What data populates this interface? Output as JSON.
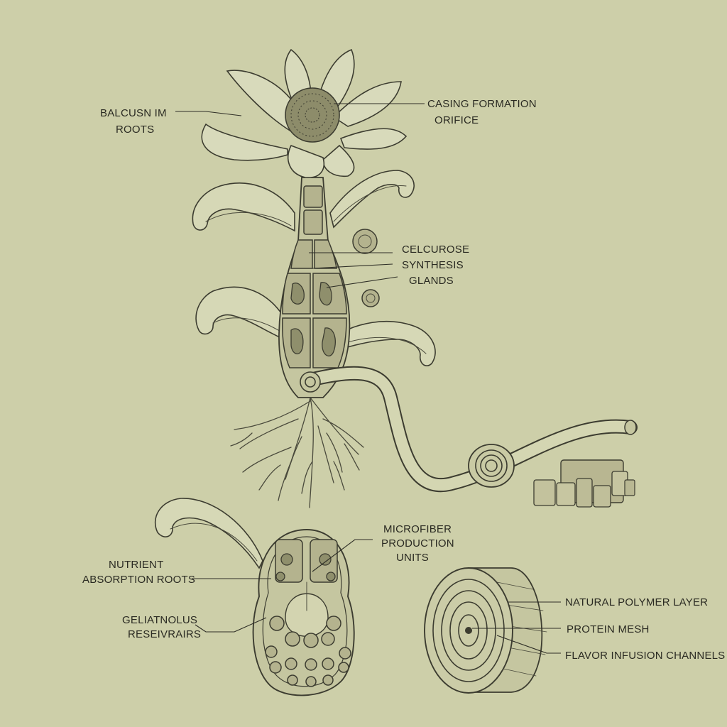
{
  "labels": {
    "balcusn_roots": [
      "BALCUSN IM",
      "ROOTS"
    ],
    "casing_orifice": [
      "CASING FORMATION",
      "ORIFICE"
    ],
    "celcurose": [
      "CELCUROSE",
      "SYNTHESIS",
      "GLANDS"
    ],
    "microfiber": [
      "MICROFIBER",
      "PRODUCTION",
      "UNITS"
    ],
    "nutrient": [
      "NUTRIENT",
      "ABSORPTION ROOTS"
    ],
    "geliatnolus": [
      "GELIATNOLUS",
      "RESEIVRAIRS"
    ],
    "natural_polymer": "NATURAL POLYMER LAYER",
    "protein_mesh": "PROTEIN MESH",
    "flavor_channels": "FLAVOR INFUSION CHANNELS"
  },
  "colors": {
    "paper": "#cdcfa9",
    "ink": "#3c3c30",
    "cell_fill": "#b4b38e"
  }
}
